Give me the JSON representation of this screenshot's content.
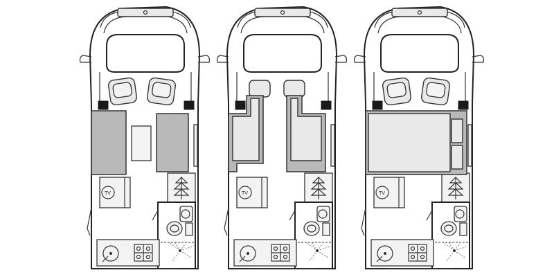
{
  "layouts": [
    {
      "id": "layout-1",
      "seating": "two-sofas-with-table"
    },
    {
      "id": "layout-2",
      "seating": "twin-single-beds"
    },
    {
      "id": "layout-3",
      "seating": "double-bed"
    }
  ],
  "tv_label": "TV",
  "colors": {
    "wall": "#222222",
    "upholstery": "#b9b9b9",
    "mattress": "#e9e9e9",
    "background": "#ffffff"
  },
  "icons": [
    "cab-seat-icon",
    "tv-icon",
    "wardrobe-icon",
    "sink-icon",
    "toilet-icon",
    "hob-icon",
    "shower-icon"
  ]
}
